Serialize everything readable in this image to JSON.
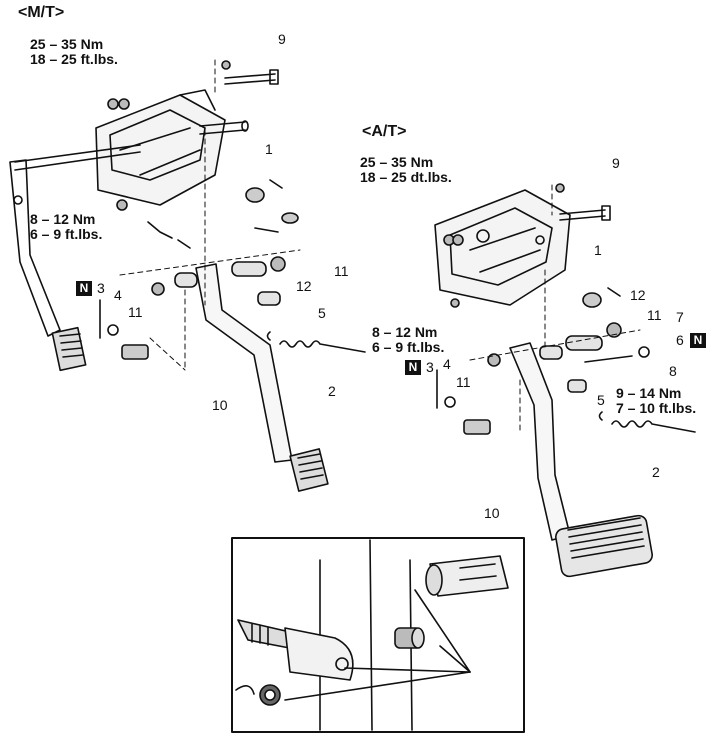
{
  "titles": {
    "mt": "<M/T>",
    "at": "<A/T>"
  },
  "torque_specs": {
    "mt_top_nm": "25 – 35 Nm",
    "mt_top_ft": "18 – 25 ft.lbs.",
    "mt_mid_nm": "8 – 12 Nm",
    "mt_mid_ft": "6 – 9 ft.lbs.",
    "at_top_nm": "25 – 35 Nm",
    "at_top_ft": "18 – 25 dt.lbs.",
    "at_mid_nm": "8 – 12 Nm",
    "at_mid_ft": "6 – 9 ft.lbs.",
    "at_right_nm": "9 – 14 Nm",
    "at_right_ft": "7 – 10 ft.lbs."
  },
  "mt_callouts": {
    "n9": "9",
    "n1": "1",
    "n11a": "11",
    "n12": "12",
    "n3": "3",
    "n4": "4",
    "n11b": "11",
    "n5": "5",
    "n2": "2",
    "n10": "10"
  },
  "at_callouts": {
    "n9": "9",
    "n1": "1",
    "n12": "12",
    "n11a": "11",
    "n7": "7",
    "n6": "6",
    "n8": "8",
    "n3": "3",
    "n4": "4",
    "n11b": "11",
    "n5": "5",
    "n2": "2",
    "n10": "10"
  },
  "n_marker": "N",
  "colors": {
    "ink": "#111111",
    "paper": "#ffffff"
  }
}
